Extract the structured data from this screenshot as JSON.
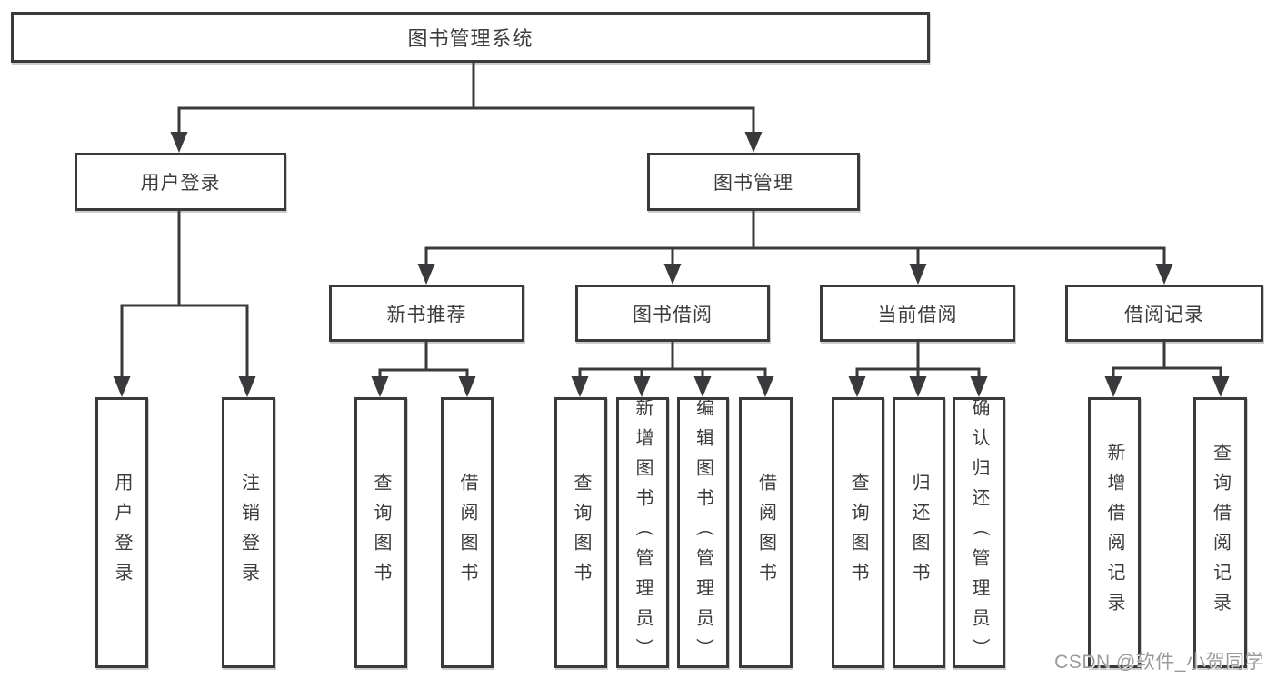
{
  "diagram": {
    "root": {
      "label": "图书管理系统"
    },
    "level2": [
      {
        "label": "用户登录"
      },
      {
        "label": "图书管理"
      }
    ],
    "level3": [
      {
        "label": "新书推荐"
      },
      {
        "label": "图书借阅"
      },
      {
        "label": "当前借阅"
      },
      {
        "label": "借阅记录"
      }
    ],
    "leaves": [
      {
        "label": "用户登录"
      },
      {
        "label": "注销登录"
      },
      {
        "label": "查询图书"
      },
      {
        "label": "借阅图书"
      },
      {
        "label": "查询图书"
      },
      {
        "label": "新增图书（管理员）"
      },
      {
        "label": "编辑图书（管理员）"
      },
      {
        "label": "借阅图书"
      },
      {
        "label": "查询图书"
      },
      {
        "label": "归还图书"
      },
      {
        "label": "确认归还（管理员）"
      },
      {
        "label": "新增借阅记录"
      },
      {
        "label": "查询借阅记录"
      }
    ]
  },
  "watermark": {
    "text": "CSDN @软件_小贺同学"
  },
  "colors": {
    "line": "#3a3a3c",
    "box_border": "#3a3a3c",
    "text": "#3c3c3e",
    "background": "#ffffff",
    "watermark": "#9b9b9f"
  }
}
